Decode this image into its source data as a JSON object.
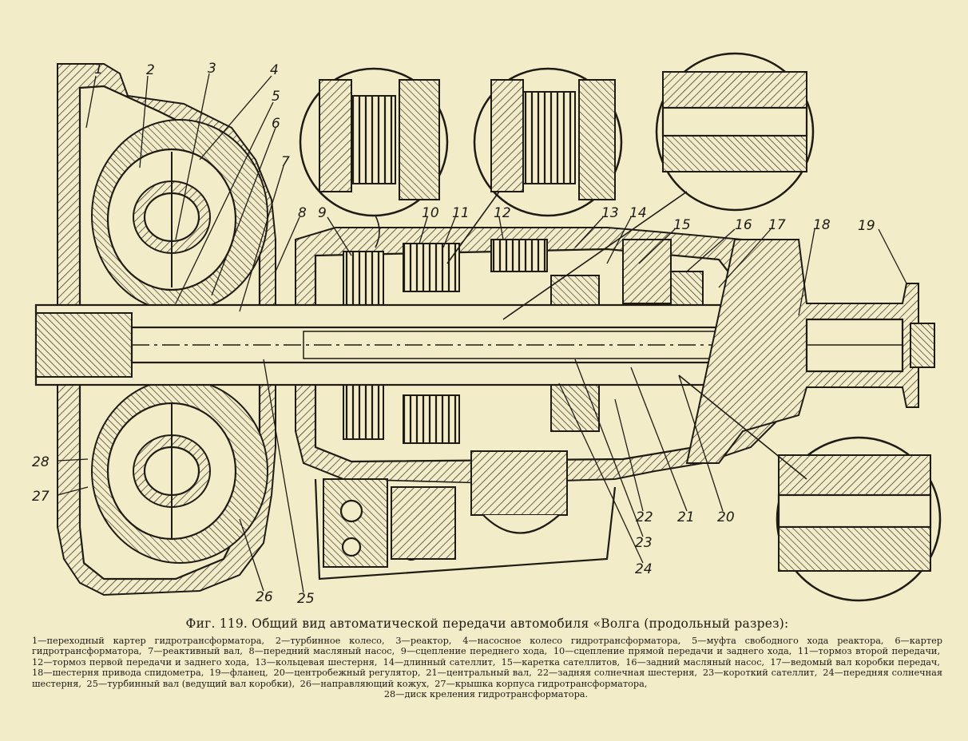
{
  "callouts": [
    "1",
    "2",
    "3",
    "4",
    "5",
    "6",
    "7",
    "8",
    "9",
    "10",
    "11",
    "12",
    "13",
    "14",
    "15",
    "16",
    "17",
    "18",
    "19",
    "20",
    "21",
    "22",
    "23",
    "24",
    "25",
    "26",
    "27",
    "28"
  ],
  "caption": {
    "title": "Фиг. 119. Общий вид автоматической передачи автомобиля «Волга (продольный разрез):",
    "legend": [
      "1—переходный картер гидротрансформатора,",
      "2—турбинное колесо,",
      "3—реактор,",
      "4—насосное колесо гидротрансформатора,",
      "5—муфта свободного хода реактора,",
      "6—картер гидротрансформатора,",
      "7—реактивный вал,",
      "8—передний масляный насос,",
      "9—сцепление переднего хода,",
      "10—сцепление прямой передачи и заднего хода,",
      "11—тормоз второй передачи,",
      "12—тормоз первой передачи и заднего хода,",
      "13—кольцевая шестерня,",
      "14—длинный сателлит,",
      "15—каретка сателлитов,",
      "16—задний масляный насос,",
      "17—ведомый вал коробки передач,",
      "18—шестерня привода спидометра,",
      "19—фланец,",
      "20—центробежный регулятор,",
      "21—центральный вал,",
      "22—задняя солнечная шестерня,",
      "23—короткий сателлит,",
      "24—передняя солнечная шестерня,",
      "25—турбинный вал (ведущий вал коробки),",
      "26—направляющий кожух,",
      "27—крышка корпуса гидротрансформатора,"
    ],
    "legend_last": "28—диск креления гидротрансформатора."
  }
}
